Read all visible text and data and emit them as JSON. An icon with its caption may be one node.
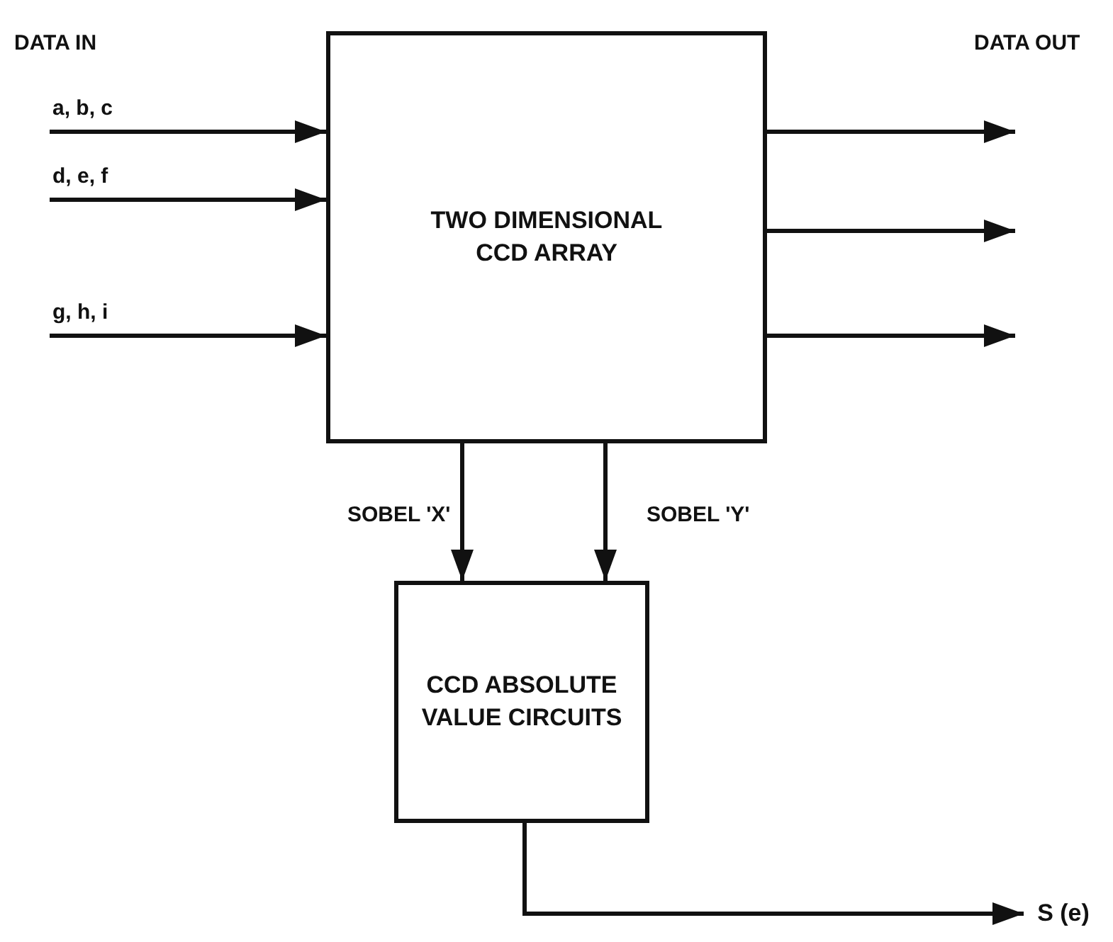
{
  "diagram": {
    "nodes": [
      {
        "text": [
          "TWO DIMENSIONAL CCD ARRAY"
        ]
      },
      {
        "text": [
          "CCD ABSOLUTE VALUE CIRCUITS"
        ]
      },
      {
        "text": [
          "S (e)"
        ]
      }
    ],
    "edges": [
      {
        "from": null,
        "to": 0,
        "arrow": "to",
        "label": "a, b, c"
      },
      {
        "from": null,
        "to": 0,
        "arrow": "to",
        "label": "d, e, f"
      },
      {
        "from": null,
        "to": 0,
        "arrow": "to",
        "label": "g, h, i"
      },
      {
        "from": 0,
        "to": null,
        "arrow": "to"
      },
      {
        "from": 0,
        "to": null,
        "arrow": "to"
      },
      {
        "from": 0,
        "to": null,
        "arrow": "to"
      },
      {
        "from": 0,
        "to": 1,
        "arrow": "to",
        "label": "SOBEL 'X'"
      },
      {
        "from": 0,
        "to": 1,
        "arrow": "to",
        "label": "SOBEL 'Y'"
      },
      {
        "from": 1,
        "to": 2,
        "arrow": "to"
      }
    ],
    "labels": [
      "DATA IN",
      "DATA OUT"
    ]
  }
}
